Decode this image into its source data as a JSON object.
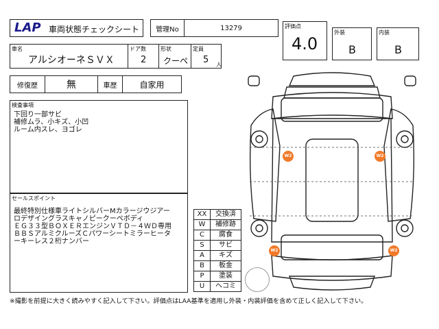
{
  "header": {
    "logo_text": "LAP",
    "title": "車両状態チェックシート",
    "mgmt_label": "管理No",
    "mgmt_value": "13279"
  },
  "grades": {
    "score_label": "評価点",
    "score_value": "4.0",
    "exterior_label": "外装",
    "exterior_value": "B",
    "interior_label": "内装",
    "interior_value": "B"
  },
  "vehicle": {
    "name_label": "車名",
    "name_value": "アルシオーネＳＶＸ",
    "doors_label": "ドア数",
    "doors_value": "2",
    "shape_label": "形状",
    "shape_value": "クーペ",
    "capacity_label": "定員",
    "capacity_value": "5",
    "capacity_unit": "人"
  },
  "history": {
    "repair_label": "修復歴",
    "repair_value": "無",
    "use_label": "車歴",
    "use_value": "自家用"
  },
  "inspection": {
    "label": "検査事項",
    "lines": [
      "下回り一部サビ",
      "補修ムラ、小キズ、小凹",
      "ルーム内スレ、ヨゴレ"
    ]
  },
  "sales": {
    "label": "セールスポイント",
    "lines": [
      "最終特別仕様車ライトシルバーMカラージウジアー",
      "ロデザイングラスキャノピークーペボディ",
      "ＥＧ３３型ＢＯＸＥＲエンジンＶＴＤ－４ＷＤ専用",
      "ＢＢＳアルミクルーズＣパワーシートミラーヒータ",
      "ーキーレス２桁ナンバー"
    ]
  },
  "legend": [
    {
      "code": "XX",
      "desc": "交換済"
    },
    {
      "code": "W",
      "desc": "補修跡"
    },
    {
      "code": "C",
      "desc": "腐食"
    },
    {
      "code": "S",
      "desc": "サビ"
    },
    {
      "code": "A",
      "desc": "キズ"
    },
    {
      "code": "B",
      "desc": "板金"
    },
    {
      "code": "P",
      "desc": "塗装"
    },
    {
      "code": "U",
      "desc": "ヘコミ"
    }
  ],
  "damage_marks": [
    "W2",
    "W2",
    "W2",
    "W2"
  ],
  "footer": "※撮影を前提に大きく読みやすく記入して下さい。評価点はLAA基準を適用し外装・内装評価を含めて正しく記入して下さい。",
  "colors": {
    "mark": "#f07a2a",
    "logo": "#1a1a8a"
  }
}
